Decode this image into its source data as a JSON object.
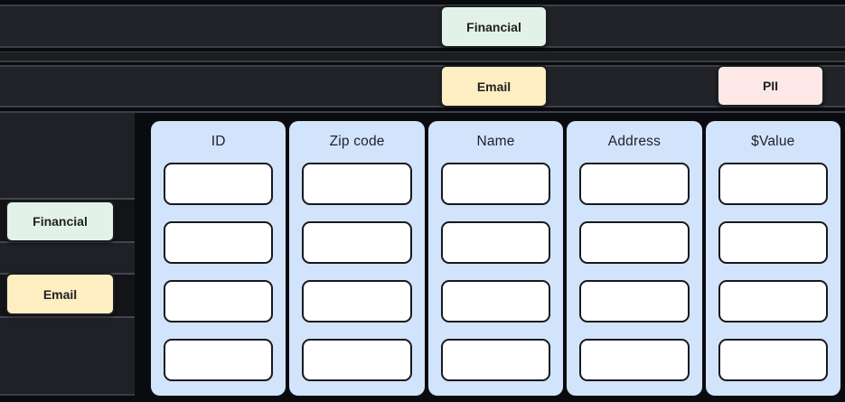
{
  "colors": {
    "page_bg": "#0a0b0e",
    "bar_bg": "#212329",
    "bar_border": "#3b4046",
    "panel_bg": "#1f2126",
    "slot_bg": "#131417",
    "column_bg": "#d2e3fc",
    "cell_bg": "#ffffff",
    "cell_border": "#17191d",
    "badge_border": "#1c1e22",
    "badge_text": "#202124",
    "header_text": "#1e2128",
    "financial_bg": "#e2f2e8",
    "email_bg": "#feeec2",
    "pii_bg": "#fce8e6"
  },
  "top_section": {
    "row1": {
      "badge": "Financial"
    },
    "row2": {
      "badge_left": "Email",
      "badge_right": "PII"
    }
  },
  "sidebar": {
    "badge1": "Financial",
    "badge2": "Email"
  },
  "table": {
    "columns": [
      {
        "header": "ID",
        "cells": 4
      },
      {
        "header": "Zip code",
        "cells": 4
      },
      {
        "header": "Name",
        "cells": 4
      },
      {
        "header": "Address",
        "cells": 4
      },
      {
        "header": "$Value",
        "cells": 4
      }
    ]
  }
}
